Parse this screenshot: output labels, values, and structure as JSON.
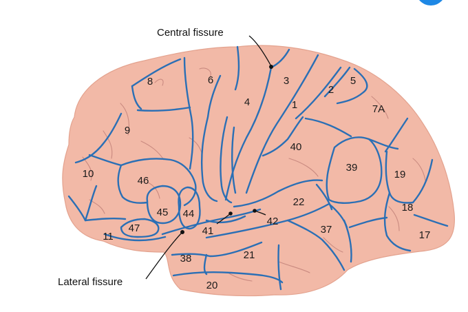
{
  "colors": {
    "cortex": "#f2b9a7",
    "boundary": "#2a6fb5",
    "sulcus": "#c98a80",
    "badge": "#1e88e5"
  },
  "icons": {
    "corner_badge": "circle-badge-icon"
  },
  "callouts": {
    "central": "Central fissure",
    "lateral": "Lateral fissure"
  },
  "areas": {
    "a1": "1",
    "a2": "2",
    "a3": "3",
    "a4": "4",
    "a5": "5",
    "a6": "6",
    "a7a": "7A",
    "a8": "8",
    "a9": "9",
    "a10": "10",
    "a11": "11",
    "a17": "17",
    "a18": "18",
    "a19": "19",
    "a20": "20",
    "a21": "21",
    "a22": "22",
    "a37": "37",
    "a38": "38",
    "a39": "39",
    "a40": "40",
    "a41": "41",
    "a42": "42",
    "a44": "44",
    "a45": "45",
    "a46": "46",
    "a47": "47"
  }
}
